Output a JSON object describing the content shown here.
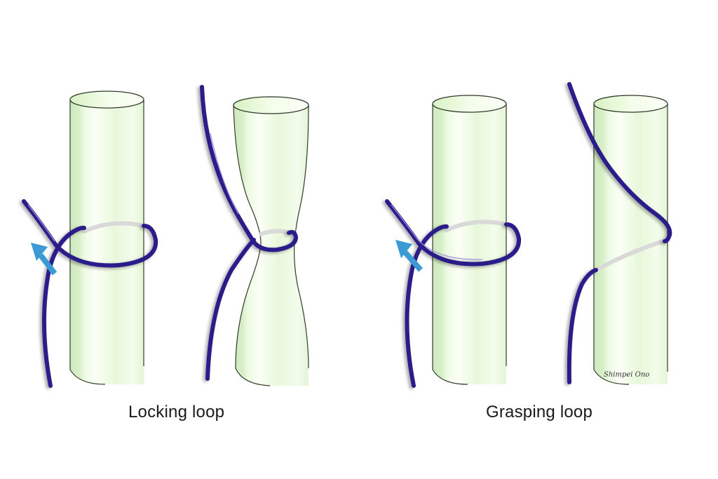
{
  "captions": {
    "locking": "Locking loop",
    "grasping": "Grasping loop"
  },
  "signature": "Shimpei Ono",
  "colors": {
    "suture": "#2a1d8a",
    "suture_highlight": "#9b93e0",
    "arrow": "#3b9ad4",
    "tube_fill_light": "#f4fde9",
    "tube_fill_mid": "#dff5cf",
    "tube_shade": "#c9e4b8",
    "tube_outline": "#2f3a2a",
    "hidden_strand": "#d9d9d9"
  },
  "figures": [
    {
      "id": "locking-before",
      "label": "Locking loop (before tightening)"
    },
    {
      "id": "locking-after",
      "label": "Locking loop (tightened, constricted)"
    },
    {
      "id": "grasping-before",
      "label": "Grasping loop (before tightening)"
    },
    {
      "id": "grasping-after",
      "label": "Grasping loop (tightened, helical)"
    }
  ]
}
